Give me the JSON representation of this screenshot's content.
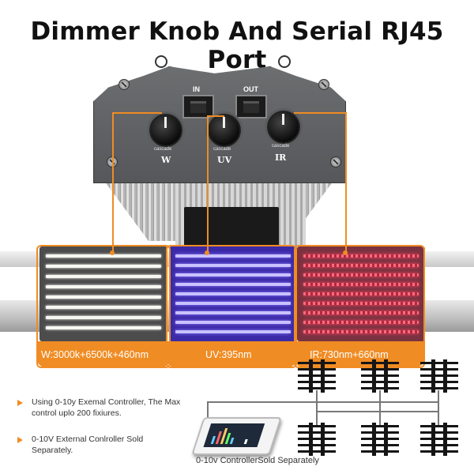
{
  "title": "Dimmer Knob And Serial RJ45 Port",
  "device": {
    "port_in_label": "IN",
    "port_out_label": "OUT",
    "knobs": [
      {
        "label": "W",
        "sub": "cascade"
      },
      {
        "label": "UV",
        "sub": "cascade"
      },
      {
        "label": "IR",
        "sub": "cascade"
      }
    ]
  },
  "panels": [
    {
      "caption": "W:3000k+6500k+460nm"
    },
    {
      "caption": "UV:395nm"
    },
    {
      "caption": "IR:730nm+660nm"
    }
  ],
  "notes": [
    "Using 0-10y Exemal Controller, The Max control uplo 200 fixiures.",
    "0-10V External Conlroller Sold Separately."
  ],
  "controller_label": "0-10v ControllerSold Separately",
  "colors": {
    "accent": "#f08c24"
  }
}
